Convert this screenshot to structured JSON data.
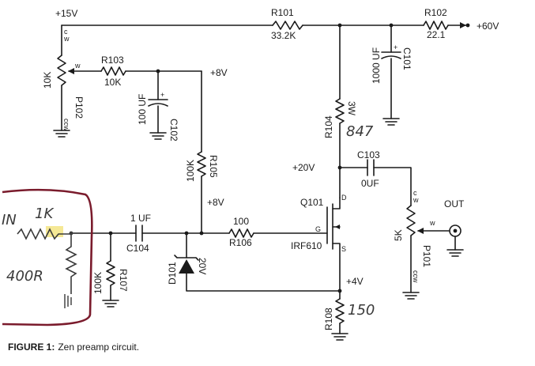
{
  "rails": {
    "v15": "+15V",
    "v60": "+60V",
    "v8_top": "+8V",
    "v8_mid": "+8V",
    "v20": "+20V",
    "v4": "+4V"
  },
  "parts": {
    "r101": {
      "ref": "R101",
      "value": "33.2K"
    },
    "r102": {
      "ref": "R102",
      "value": "22.1"
    },
    "r103": {
      "ref": "R103",
      "value": "10K"
    },
    "r104": {
      "ref": "R104",
      "value": "3W"
    },
    "r105": {
      "ref": "R105",
      "value": "100K"
    },
    "r106": {
      "ref": "R106",
      "value": "100"
    },
    "r107": {
      "ref": "R107",
      "value": "100K"
    },
    "r108": {
      "ref": "R108"
    },
    "c101": {
      "ref": "C101",
      "value": "1000 UF"
    },
    "c102": {
      "ref": "C102",
      "value": "100 UF"
    },
    "c103": {
      "ref": "C103",
      "value": "0UF"
    },
    "c104": {
      "ref": "C104",
      "value": "1 UF"
    },
    "d101": {
      "ref": "D101",
      "value": "20V"
    },
    "p101": {
      "ref": "P101",
      "value": "5K"
    },
    "p102": {
      "ref": "P102",
      "value": "10K"
    },
    "q101": {
      "ref": "Q101",
      "type": "IRF610"
    }
  },
  "pins": {
    "c": "c",
    "w": "w",
    "ccw": "ccw",
    "d": "D",
    "g": "G",
    "s": "S"
  },
  "labels": {
    "out": "OUT"
  },
  "handwritten": {
    "r104_value": "847",
    "r108_value": "150",
    "input_series": "1K",
    "input_shunt": "400R",
    "input_prefix": "IN"
  },
  "colors": {
    "ink": "#1a1a1a",
    "annotation": "#7a1b2c",
    "highlight": "#f3e27a"
  },
  "caption": {
    "bold": "FIGURE 1:",
    "text": "Zen preamp circuit."
  }
}
